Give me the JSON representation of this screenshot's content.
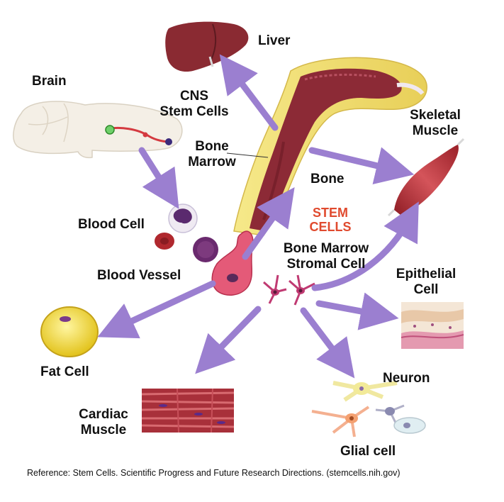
{
  "labels": {
    "liver": "Liver",
    "brain": "Brain",
    "cns_line1": "CNS",
    "cns_line2": "Stem Cells",
    "skeletal_line1": "Skeletal",
    "skeletal_line2": "Muscle",
    "marrow_line1": "Bone",
    "marrow_line2": "Marrow",
    "bone": "Bone",
    "stem_line1": "STEM",
    "stem_line2": "CELLS",
    "blood_cell": "Blood Cell",
    "stromal_line1": "Bone Marrow",
    "stromal_line2": "Stromal Cell",
    "blood_vessel": "Blood Vessel",
    "epithelial_line1": "Epithelial",
    "epithelial_line2": "Cell",
    "fat_cell": "Fat Cell",
    "neuron": "Neuron",
    "cardiac_line1": "Cardiac",
    "cardiac_line2": "Muscle",
    "glial_cell": "Glial cell"
  },
  "reference": "Reference: Stem Cells. Scientific Progress and Future Research Directions. (stemcells.nih.gov)",
  "colors": {
    "arrow": "#9b7fd0",
    "stem_text": "#e04a2e",
    "bone_outer": "#f2e27a",
    "marrow": "#8c2a36",
    "liver": "#8a2a32",
    "muscle": "#b8333a",
    "fat": "#f1dc3a"
  }
}
